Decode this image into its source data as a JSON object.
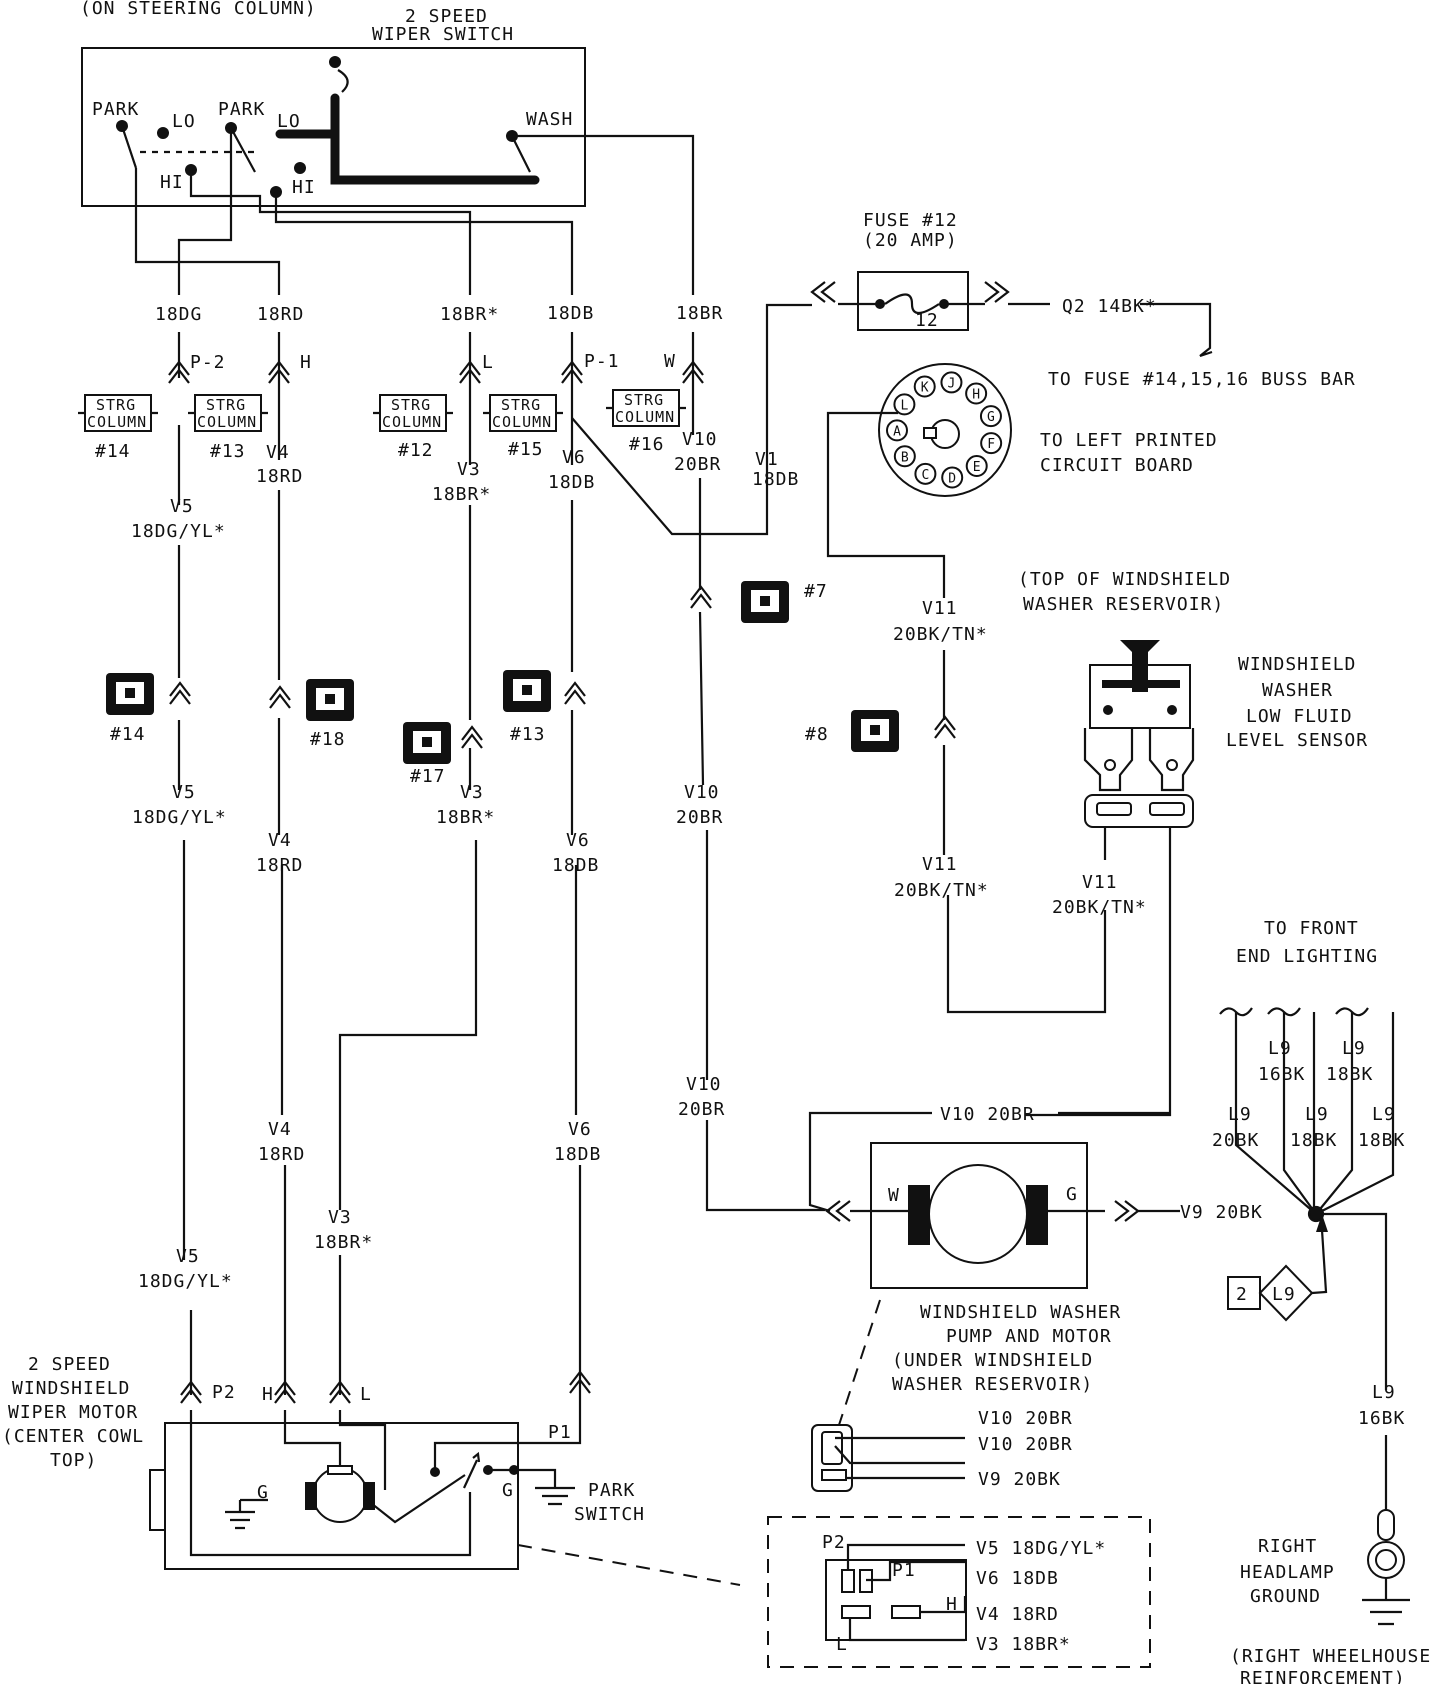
{
  "title_top": "(ON STEERING COLUMN)",
  "wiper_switch": {
    "title1": "2 SPEED",
    "title2": "WIPER SWITCH",
    "park1": "PARK",
    "lo1": "LO",
    "park2": "PARK",
    "lo2": "LO",
    "hi1": "HI",
    "hi2": "HI",
    "wash": "WASH"
  },
  "fuse": {
    "title": "FUSE #12",
    "rating": "(20 AMP)",
    "number": "12"
  },
  "wires": {
    "c_18dg": "18DG",
    "c_18rd": "18RD",
    "c_18br_star": "18BR*",
    "c_18db": "18DB",
    "c_18br": "18BR",
    "q2": "Q2 14BK*",
    "p2_top": "P-2",
    "h_top": "H",
    "l_top": "L",
    "p1_top": "P-1",
    "w_top": "W",
    "v4a": "V4",
    "v4a_g": "18RD",
    "v5a": "V5",
    "v5a_g": "18DG/YL*",
    "v3a": "V3",
    "v3a_g": "18BR*",
    "v6a": "V6",
    "v6a_g": "18DB",
    "v10a": "V10",
    "v10a_g": "20BR",
    "v1": "V1",
    "v1_g": "18DB",
    "v11a": "V11",
    "v11a_g": "20BK/TN*",
    "v5b": "V5",
    "v5b_g": "18DG/YL*",
    "v4b": "V4",
    "v4b_g": "18RD",
    "v3b": "V3",
    "v3b_g": "18BR*",
    "v6b": "V6",
    "v6b_g": "18DB",
    "v10b": "V10",
    "v10b_g": "20BR",
    "v11b": "V11",
    "v11b_g": "20BK/TN*",
    "v11c": "V11",
    "v11c_g": "20BK/TN*",
    "v10c": "V10",
    "v10c_g": "20BR",
    "v10_20br": "V10 20BR",
    "v4c": "V4",
    "v4c_g": "18RD",
    "v6c": "V6",
    "v6c_g": "18DB",
    "v3c": "V3",
    "v3c_g": "18BR*",
    "v5c": "V5",
    "v5c_g": "18DG/YL*",
    "v9": "V9 20BK",
    "l9_16bk_a": "L9",
    "l9_16bk_a_g": "16BK",
    "l9_18bk_a": "L9",
    "l9_18bk_a_g": "18BK",
    "l9_20bk": "L9",
    "l9_20bk_g": "20BK",
    "l9_18bk_b": "L9",
    "l9_18bk_b_g": "18BK",
    "l9_18bk_c": "L9",
    "l9_18bk_c_g": "18BK",
    "l9_16bk_b": "L9",
    "l9_16bk_b_g": "16BK"
  },
  "strg_column": {
    "line1": "STRG",
    "line2": "COLUMN",
    "n14": "#14",
    "n13": "#13",
    "n12": "#12",
    "n15": "#15",
    "n16": "#16"
  },
  "connectors": {
    "c7": "#7",
    "c8": "#8",
    "c14": "#14",
    "c18": "#18",
    "c17": "#17",
    "c13": "#13"
  },
  "fuse_buss": "TO FUSE #14,15,16 BUSS BAR",
  "pcb": {
    "line1": "TO LEFT PRINTED",
    "line2": "CIRCUIT BOARD",
    "pins": [
      "K",
      "J",
      "H",
      "G",
      "F",
      "E",
      "D",
      "C",
      "B",
      "A",
      "L"
    ]
  },
  "reservoir": {
    "line1": "(TOP OF WINDSHIELD",
    "line2": "WASHER RESERVOIR)"
  },
  "sensor": {
    "line1": "WINDSHIELD",
    "line2": "WASHER",
    "line3": "LOW FLUID",
    "line4": "LEVEL SENSOR"
  },
  "front": {
    "line1": "TO FRONT",
    "line2": "END LIGHTING"
  },
  "pump": {
    "w": "W",
    "g": "G",
    "line1": "WINDSHIELD WASHER",
    "line2": "PUMP AND MOTOR",
    "line3": "(UNDER WINDSHIELD",
    "line4": "WASHER RESERVOIR)",
    "pin1": "V10 20BR",
    "pin2": "V10 20BR",
    "pin3": "V9 20BK"
  },
  "splice": {
    "num": "2",
    "id": "L9"
  },
  "ground": {
    "line1": "RIGHT",
    "line2": "HEADLAMP",
    "line3": "GROUND",
    "line4": "(RIGHT WHEELHOUSE",
    "line5": "REINFORCEMENT)"
  },
  "wiper_motor": {
    "line1": "2 SPEED",
    "line2": "WINDSHIELD",
    "line3": "WIPER MOTOR",
    "line4": "(CENTER COWL",
    "line5": "TOP)",
    "p2": "P2",
    "h": "H",
    "l": "L",
    "p1": "P1",
    "g1": "G",
    "g2": "G",
    "park1": "PARK",
    "park2": "SWITCH"
  },
  "motor_conn": {
    "p2": "P2",
    "p1": "P1",
    "h": "H",
    "l": "L",
    "r1": "V5 18DG/YL*",
    "r2": "V6 18DB",
    "r3": "V4 18RD",
    "r4": "V3 18BR*"
  }
}
